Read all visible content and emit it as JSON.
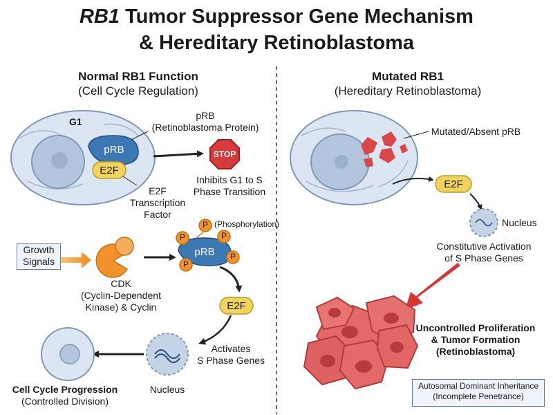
{
  "title": {
    "line1_gene": "RB1",
    "line1_rest": " Tumor Suppressor Gene Mechanism",
    "line2": "& Hereditary Retinoblastoma"
  },
  "left": {
    "heading": "Normal RB1 Function",
    "subheading": "(Cell Cycle Regulation)",
    "phase": "G1",
    "prb_callout": [
      "pRB",
      "(Retinoblastoma Protein)"
    ],
    "prb": "pRB",
    "e2f": "E2F",
    "e2f_callout": [
      "E2F",
      "Transcription",
      "Factor"
    ],
    "stop": "STOP",
    "inhibits": [
      "Inhibits G1 to S",
      "Phase Transition"
    ],
    "growth_signals": [
      "Growth",
      "Signals"
    ],
    "cdk": [
      "CDK",
      "(Cyclin-Dependent",
      "Kinase) & Cyclin"
    ],
    "phosphate": "P",
    "phosphorylation": "(Phosphorylation)",
    "prb2": "pRB",
    "e2f2": "E2F",
    "activates": [
      "Activates",
      "S Phase Genes"
    ],
    "nucleus": "Nucleus",
    "progression": [
      "Cell Cycle Progression",
      "(Controlled Division)"
    ]
  },
  "right": {
    "heading": "Mutated RB1",
    "subheading": "(Hereditary Retinoblastoma)",
    "mutated": "Mutated/Absent pRB",
    "e2f": "E2F",
    "nucleus": "Nucleus",
    "constitutive": [
      "Constitutive Activation",
      "of S Phase Genes"
    ],
    "uncontrolled": [
      "Uncontrolled Proliferation",
      "& Tumor Formation",
      "(Retinoblastoma)"
    ],
    "inheritance": [
      "Autosomal Dominant Inheritance",
      "(Incomplete Penetrance)"
    ]
  },
  "colors": {
    "cell": "#dbe6f2",
    "nucleus": "#b3c6dd",
    "prb": "#3b78b4",
    "e2f": "#f2d45c",
    "stop": "#d63a3a",
    "cdk": "#f2922b",
    "tumor": "#e05a5a",
    "arrow": "#222222",
    "red_arrow": "#d83434"
  }
}
